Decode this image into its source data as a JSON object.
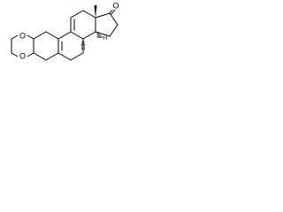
{
  "structure": {
    "atoms": {
      "oxygen_top": "O",
      "oxygen_bottom": "O",
      "oxygen_ketone": "O",
      "stereo_h_c14": "H",
      "stereo_h_c8": "H"
    },
    "colors": {
      "bond": "#000000",
      "text": "#000000",
      "background": "#ffffff"
    },
    "wedge_bond_count": 1,
    "hash_bond_count": 2
  }
}
